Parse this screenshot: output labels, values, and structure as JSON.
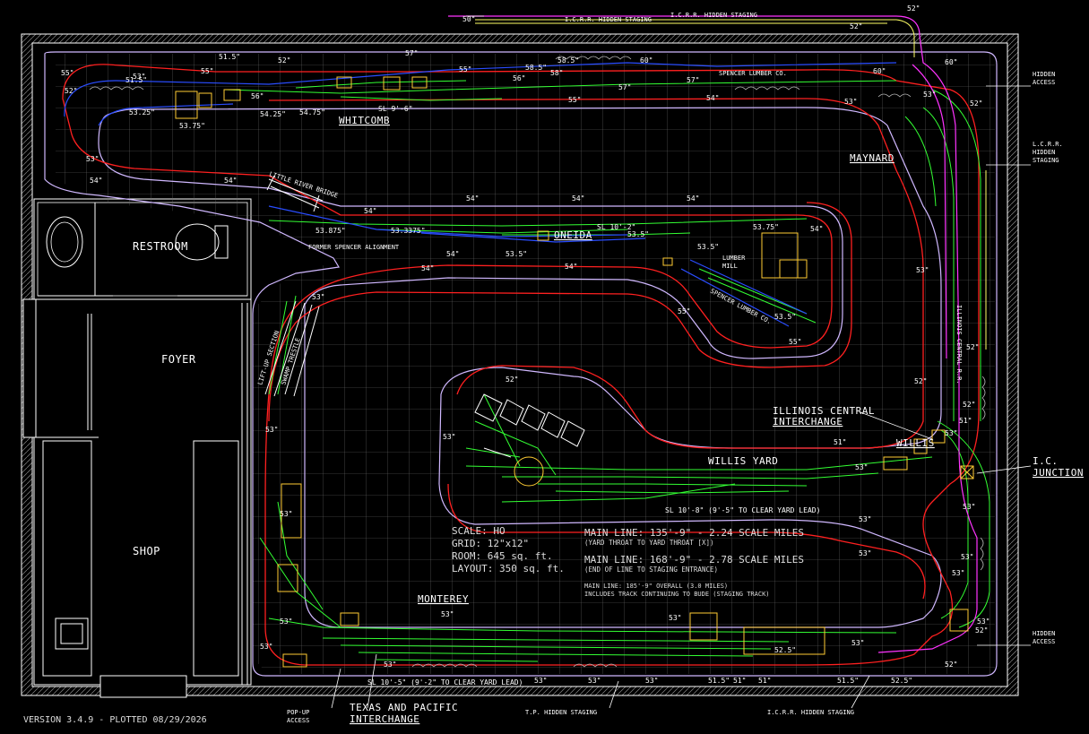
{
  "rooms": {
    "restroom": "RESTROOM",
    "foyer": "FOYER",
    "shop": "SHOP"
  },
  "towns": {
    "whitcomb": "WHITCOMB",
    "oneida": "ONEIDA",
    "maynard": "MAYNARD",
    "willis": "WILLIS",
    "willis_yard": "WILLIS YARD",
    "monterey": "MONTEREY",
    "ic_interchange_1": "ILLINOIS CENTRAL",
    "ic_interchange_2": "INTERCHANGE",
    "tp_interchange_1": "TEXAS AND PACIFIC",
    "tp_interchange_2": "INTERCHANGE",
    "ic_junction_1": "I.C.",
    "ic_junction_2": "JUNCTION"
  },
  "features": {
    "little_river_bridge": "LITTLE RIVER BRIDGE",
    "former_spencer": "FORMER SPENCER ALIGNMENT",
    "spencer_lumber_top": "SPENCER LUMBER CO.",
    "spencer_lumber_mid": "SPENCER LUMBER CO.",
    "lumber_mill_1": "LUMBER",
    "lumber_mill_2": "MILL",
    "lift_up": "LIFT-UP SECTION",
    "swamp_trestle": "SWAMP TRESTLE",
    "ic_rr_side": "ILLINOIS CENTRAL R.R.",
    "icrr_staging_top": "I.C.R.R. HIDDEN STAGING",
    "icrr_staging_top2": "I.C.R.R. HIDDEN STAGING",
    "tp_hidden_staging": "T.P. HIDDEN STAGING",
    "icrr_hidden_staging_bottom": "I.C.R.R. HIDDEN STAGING",
    "pop_up_1": "POP-UP",
    "pop_up_2": "ACCESS",
    "hidden_access_top_1": "HIDDEN",
    "hidden_access_top_2": "ACCESS",
    "lcrr_staging_1": "L.C.R.R.",
    "lcrr_staging_2": "HIDDEN",
    "lcrr_staging_3": "STAGING",
    "hidden_access_bot_1": "HIDDEN",
    "hidden_access_bot_2": "ACCESS"
  },
  "sidings": {
    "whitcomb": "SL 9'-6\"",
    "oneida": "SL 10'-2\"",
    "willis": "SL 10'-8\" (9'-5\" TO CLEAR YARD LEAD)",
    "monterey": "SL 10'-5\" (9'-2\" TO CLEAR YARD LEAD)"
  },
  "info": {
    "scale": "SCALE: HO",
    "grid": "GRID: 12\"x12\"",
    "room": "ROOM: 645 sq. ft.",
    "layout": "LAYOUT: 350 sq. ft.",
    "main1": "MAIN LINE: 135'-9\" - 2.24 SCALE MILES",
    "main1_note": "(YARD THROAT TO YARD THROAT [X])",
    "main2": "MAIN LINE: 168'-9\" - 2.78 SCALE MILES",
    "main2_note": "(END OF LINE TO STAGING ENTRANCE)",
    "note1": "MAIN LINE: 185'-9\" OVERALL (3.0 MILES)",
    "note2": "INCLUDES TRACK CONTINUING TO BUDE (STAGING TRACK)"
  },
  "version": "VERSION 3.4.9 - PLOTTED 08/29/2026",
  "elevations": [
    "50\"",
    "52\"",
    "52\"",
    "51.5\"",
    "52\"",
    "53\"",
    "55\"",
    "57\"",
    "58.5\"",
    "60\"",
    "60\"",
    "60\"",
    "55\"",
    "51.5\"",
    "55\"",
    "52\"",
    "53.25\"",
    "53.75\"",
    "56\"",
    "54.25\"",
    "54.75\"",
    "56\"",
    "58\"",
    "58.5\"",
    "57\"",
    "57\"",
    "55\"",
    "54\"",
    "53\"",
    "53\"",
    "52\"",
    "53\"",
    "54\"",
    "54\"",
    "54\"",
    "54\"",
    "54\"",
    "54\"",
    "54\"",
    "54\"",
    "53.75\"",
    "54\"",
    "53.875\"",
    "53.3375\"",
    "53.5\"",
    "53.5\"",
    "53.5\"",
    "54\"",
    "55\"",
    "53.5\"",
    "55\"",
    "53\"",
    "53\"",
    "52\"",
    "52\"",
    "52\"",
    "51\"",
    "53\"",
    "53\"",
    "53\"",
    "53\"",
    "53\"",
    "53\"",
    "52\"",
    "51\"",
    "53\"",
    "53\"",
    "53\"",
    "53\"",
    "53\"",
    "53\"",
    "52.5\"",
    "52\"",
    "51.5\"",
    "51\"",
    "51\"",
    "51.5\"",
    "52.5\"",
    "52\"",
    "53\"",
    "53\"",
    "53\"",
    "53\"",
    "53\"",
    "53\"",
    "53\"",
    "53\""
  ],
  "colors": {
    "walls": "#ffffff",
    "grid": "#6b6b6b",
    "benchwork": "#d0b8ff",
    "mainline": "#ff2020",
    "siding": "#33ff33",
    "spencer": "#2a4dff",
    "staging": "#ff33ff",
    "structures": "#ffcc33"
  }
}
